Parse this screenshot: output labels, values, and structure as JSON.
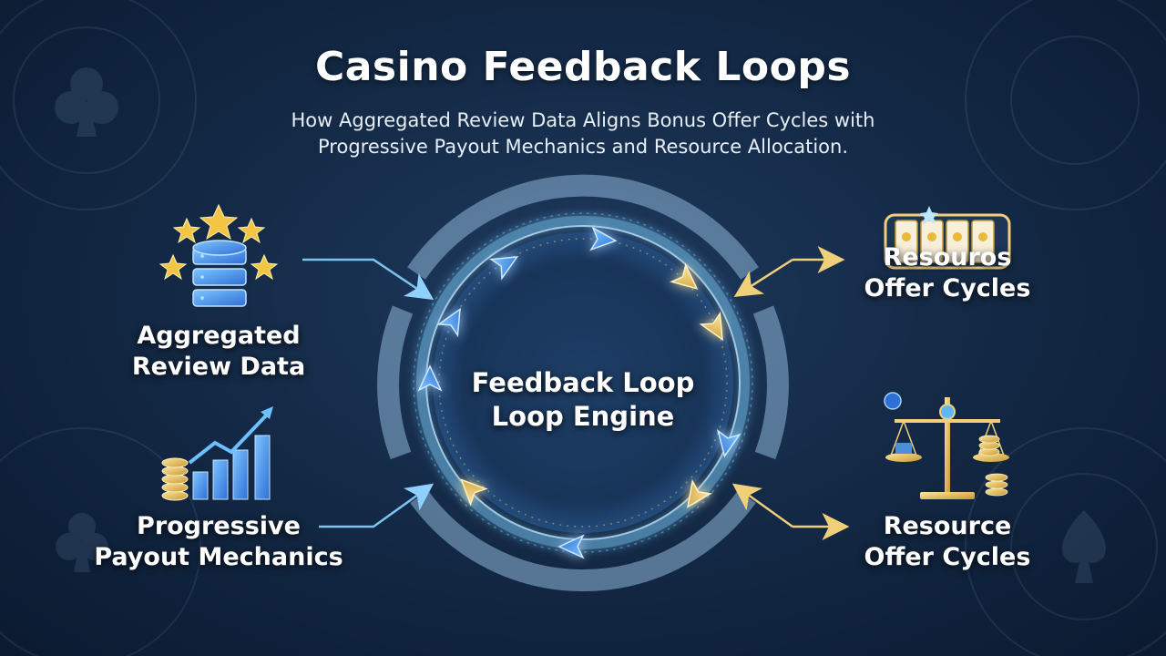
{
  "title": "Casino Feedback Loops",
  "subtitle_lines": [
    "How Aggregated Review Data Aligns Bonus Offer Cycles with",
    "Progressive Payout Mechanics and Resource Allocation."
  ],
  "center": {
    "line1": "Feedback Loop",
    "line2": "Loop Engine"
  },
  "nodes": {
    "review": {
      "line1": "Aggregated",
      "line2": "Review Data",
      "icon": "database-stars-icon"
    },
    "payout": {
      "line1": "Progressive",
      "line2": "Payout Mechanics",
      "icon": "coins-bar-chart-icon"
    },
    "res_top": {
      "line1": "Resouros",
      "line2": "Offer Cycles",
      "icon": "slot-reels-icon"
    },
    "res_bot": {
      "line1": "Resource",
      "line2": "Offer Cycles",
      "icon": "balance-scale-icon"
    }
  },
  "colors": {
    "blue_arrow": "#4aa8ff",
    "gold_arrow": "#e8c35a",
    "ring_glow": "#7fd0ff",
    "connector_blue": "#7cc4f0",
    "connector_gold": "#f0cf7a"
  }
}
